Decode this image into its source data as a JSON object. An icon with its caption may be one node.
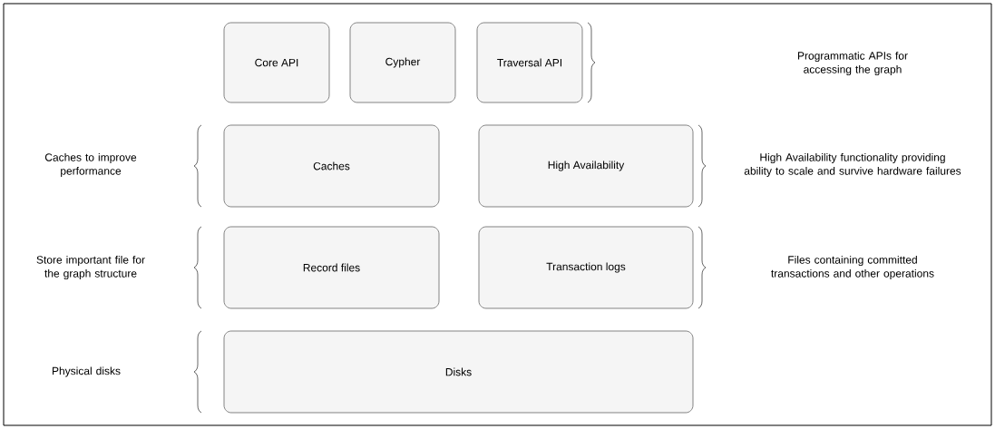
{
  "diagram": {
    "nodes": [
      {
        "text": [
          "Core API"
        ]
      },
      {
        "text": [
          "Cypher"
        ]
      },
      {
        "text": [
          "Traversal API"
        ]
      },
      {
        "text": [
          "Caches"
        ]
      },
      {
        "text": [
          "High Availability"
        ]
      },
      {
        "text": [
          "Record files"
        ]
      },
      {
        "text": [
          "Transaction logs"
        ]
      },
      {
        "text": [
          "Disks"
        ]
      }
    ],
    "edges": [],
    "labels": [
      "Programmatic APIs for accessing the graph",
      "Caches to improve performance",
      "High Availability functionality providing ability to scale and survive hardware failures",
      "Store important file for the graph structure",
      "Files containing committed transactions and other operations",
      "Physical disks"
    ]
  }
}
